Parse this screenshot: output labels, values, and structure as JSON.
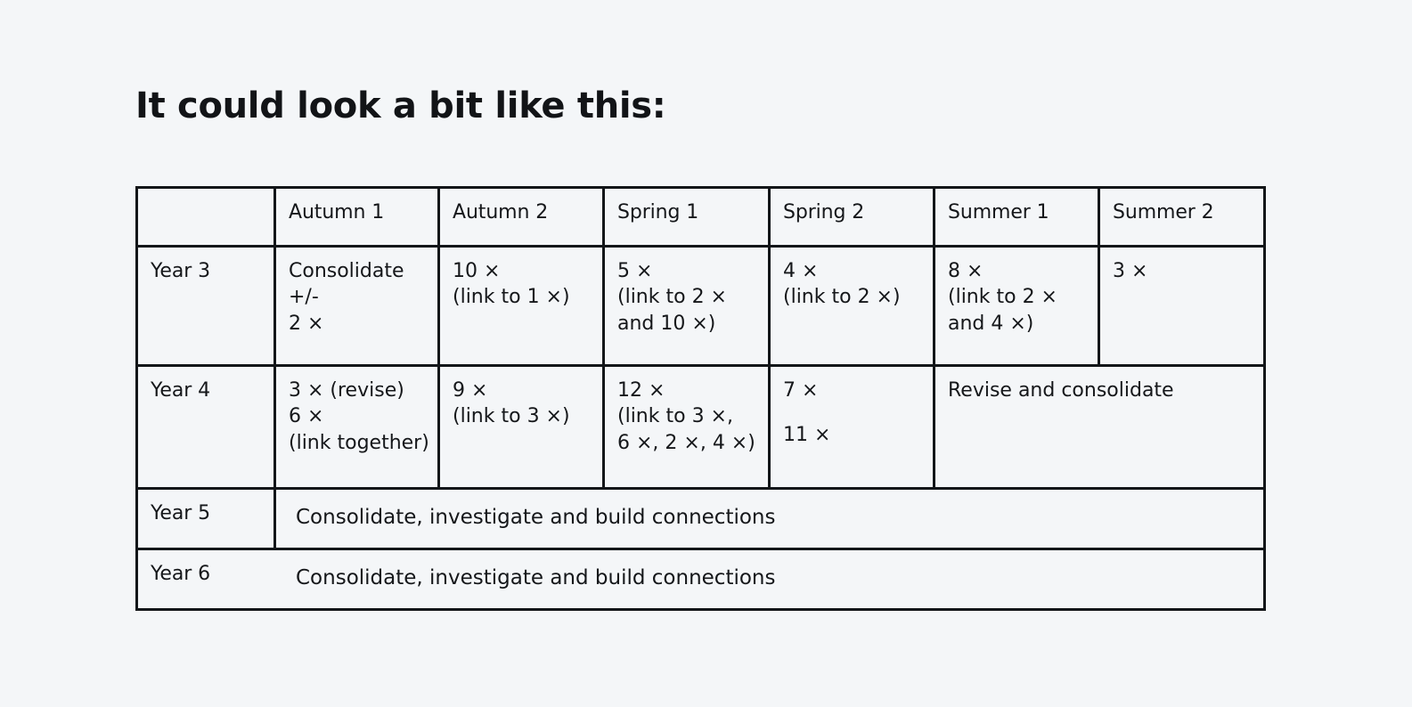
{
  "page": {
    "title": "It could look a bit like this:",
    "background_color": "#f4f6f8",
    "ink_color": "#131619"
  },
  "table": {
    "columns": [
      "",
      "Autumn 1",
      "Autumn 2",
      "Spring 1",
      "Spring 2",
      "Summer 1",
      "Summer 2"
    ],
    "rows": [
      {
        "year": "Year 3",
        "cells": [
          {
            "lines": [
              "Consolidate",
              "+/-",
              "2 ×"
            ]
          },
          {
            "lines": [
              "10 ×",
              "(link to 1 ×)"
            ]
          },
          {
            "lines": [
              "5 ×",
              "(link to 2 ×",
              "and 10 ×)"
            ]
          },
          {
            "lines": [
              "4 ×",
              "(link to 2 ×)"
            ]
          },
          {
            "lines": [
              "8 ×",
              "(link to 2 ×",
              "and 4 ×)"
            ]
          },
          {
            "lines": [
              "3 ×"
            ]
          }
        ]
      },
      {
        "year": "Year 4",
        "cells": [
          {
            "lines": [
              "3 × (revise)",
              "6 ×",
              "(link together)"
            ]
          },
          {
            "lines": [
              "9 ×",
              "(link to 3 ×)"
            ]
          },
          {
            "lines": [
              "12 ×",
              "(link to 3 ×,",
              "6 ×, 2 ×, 4 ×)"
            ]
          },
          {
            "lines": [
              "7 ×",
              "",
              "11 ×"
            ]
          },
          {
            "lines": [
              "Revise and consolidate"
            ],
            "colspan": 2
          }
        ]
      },
      {
        "year": "Year 5",
        "cells": [
          {
            "lines": [
              "Consolidate, investigate and build connections"
            ],
            "colspan": 6
          }
        ]
      },
      {
        "year": "Year 6",
        "cells": [
          {
            "lines": [
              "Consolidate, investigate and build connections"
            ],
            "colspan": 6
          }
        ]
      }
    ]
  }
}
